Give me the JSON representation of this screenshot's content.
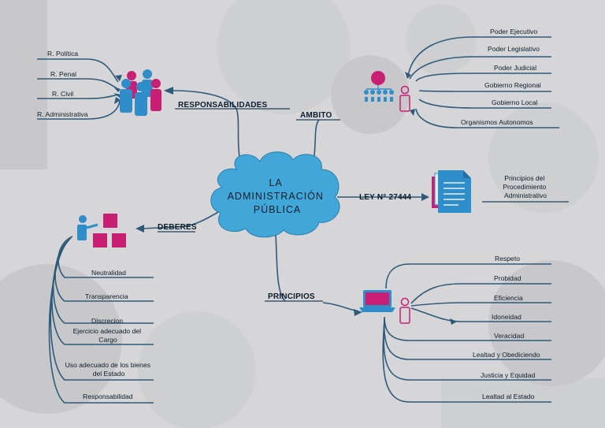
{
  "center": {
    "lines": [
      "LA",
      "ADMINISTRACIÓN",
      "PÚBLICA"
    ]
  },
  "branches": {
    "responsabilidades": "RESPONSABILIDADES",
    "ambito": "AMBITO",
    "ley": "LEY N° 27444",
    "deberes": "DEBERES",
    "principios": "PRINCIPIOS"
  },
  "responsabilidades_items": [
    "R. Política",
    "R. Penal",
    "R. Civil",
    "R. Administrativa"
  ],
  "ambito_items": [
    "Poder Ejecutivo",
    "Poder Legislativo",
    "Poder Judicial",
    "Gobierno Regional",
    "Gobierno Local",
    "Organismos Autonomos"
  ],
  "ley_item": {
    "lines": [
      "Principios del",
      "Procedimiento",
      "Administrativo"
    ]
  },
  "deberes_items": [
    {
      "lines": [
        "Neutralidad"
      ]
    },
    {
      "lines": [
        "Transparencia"
      ]
    },
    {
      "lines": [
        "Discrecion"
      ]
    },
    {
      "lines": [
        "Ejercicio adecuado del",
        "Cargo"
      ]
    },
    {
      "lines": [
        "Uso adecuado de los bienes",
        "del Estado"
      ]
    },
    {
      "lines": [
        "Responsabilidad"
      ]
    }
  ],
  "principios_items": [
    "Respeto",
    "Probidad",
    "Eficiencia",
    "Idoneidad",
    "Veracidad",
    "Lealtad y Obediciendo",
    "Justicia y Equidad",
    "Lealtad al Estado"
  ],
  "colors": {
    "background": "#d6d6d8",
    "cloud": "#41a7d8",
    "edges": "#2d5a7b",
    "person_blue": "#2f8ec9",
    "person_magenta": "#c81e74",
    "doc_blue": "#2f8ec9"
  },
  "icons": [
    "people-group-icon",
    "org-chart-icon",
    "person-outline-icon",
    "document-stack-icon",
    "person-boxes-icon",
    "laptop-icon"
  ]
}
